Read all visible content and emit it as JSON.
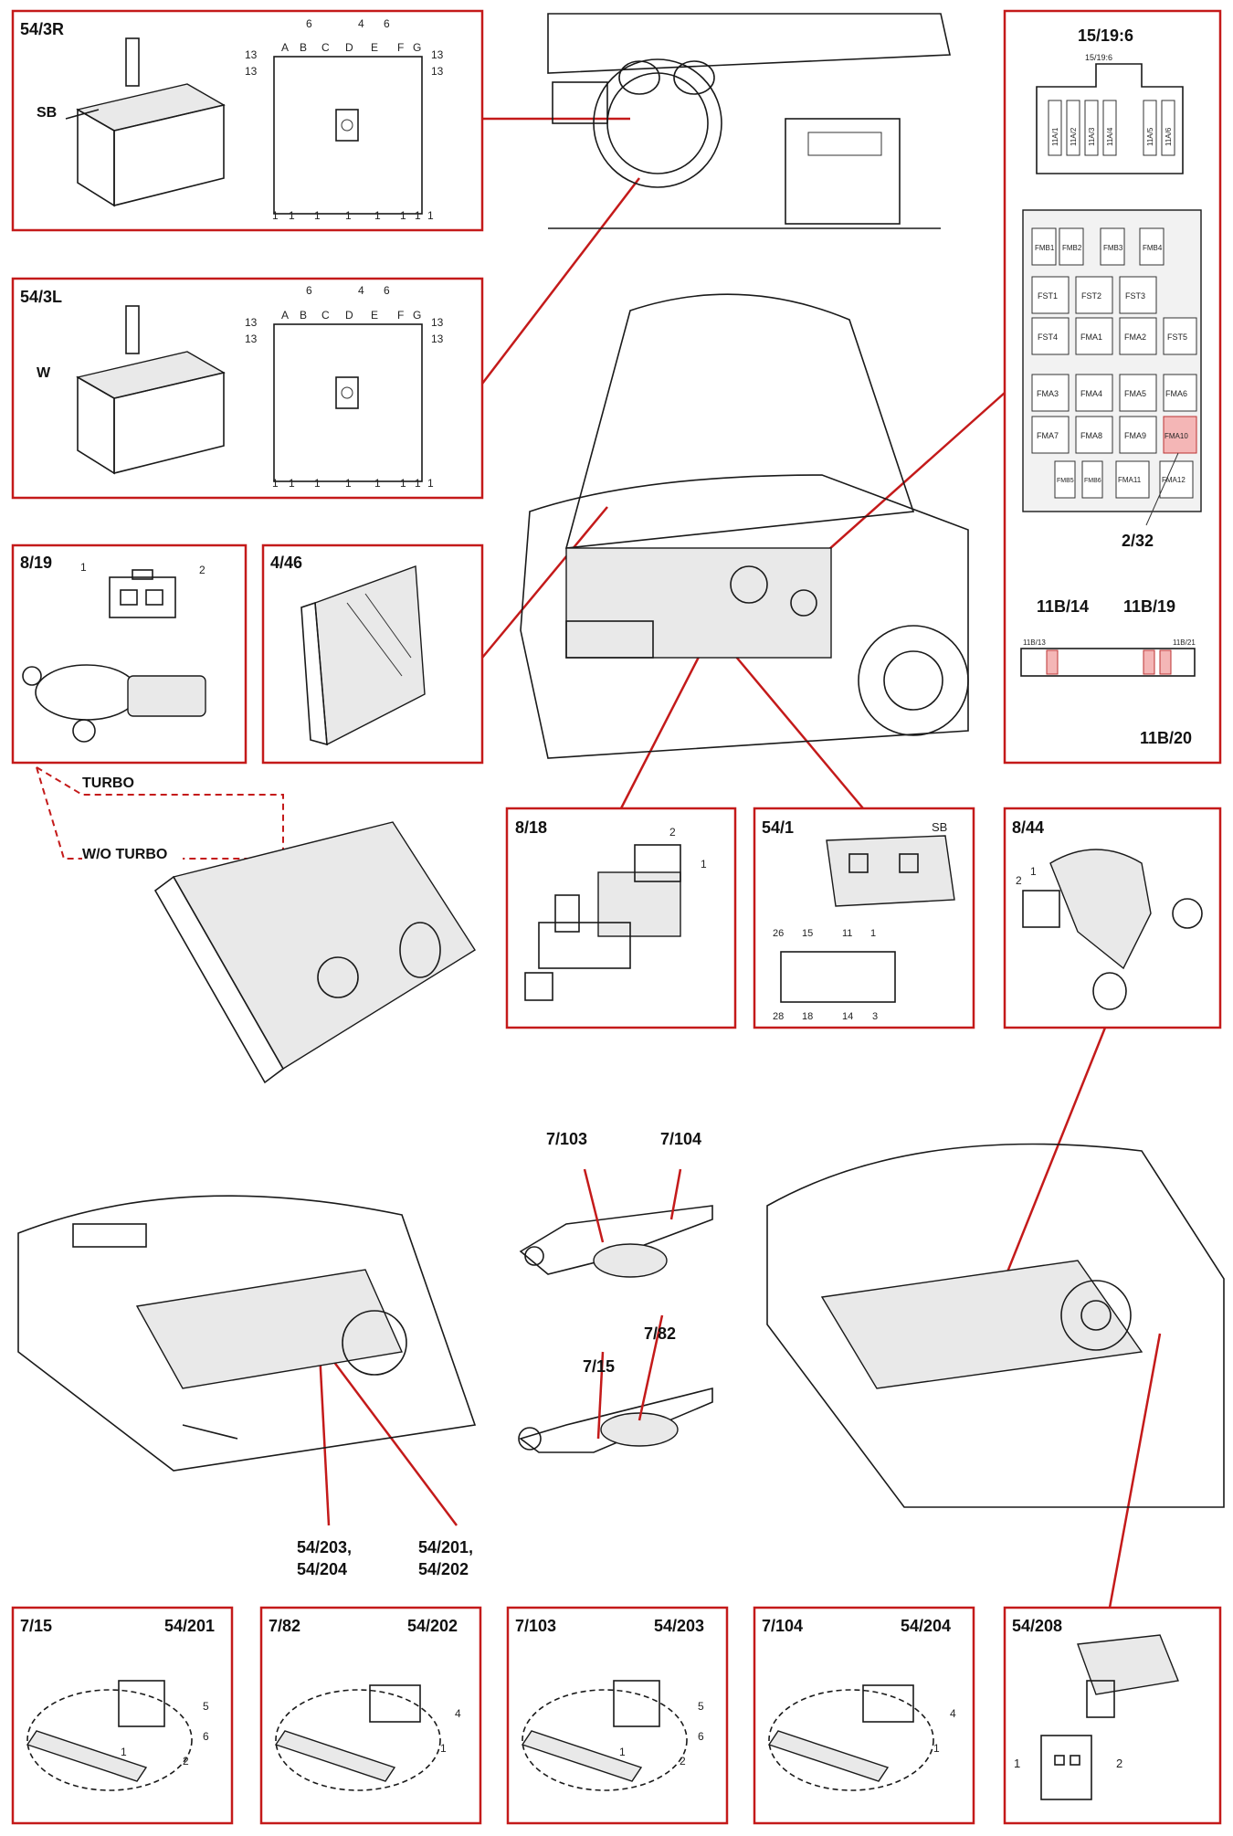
{
  "panels": {
    "p54_3r": {
      "id": "54/3R",
      "part_label": "SB",
      "top_letters": [
        "A",
        "B",
        "C",
        "D",
        "E",
        "F",
        "G"
      ],
      "top_numbers": [
        "6",
        "4",
        "6"
      ],
      "side_numbers": [
        "13",
        "13",
        "13",
        "13"
      ],
      "bottom_numbers": [
        "1",
        "1",
        "1",
        "1",
        "1",
        "1",
        "1",
        "1"
      ]
    },
    "p54_3l": {
      "id": "54/3L",
      "part_label": "W",
      "top_letters": [
        "A",
        "B",
        "C",
        "D",
        "E",
        "F",
        "G"
      ],
      "top_numbers": [
        "6",
        "4",
        "6"
      ],
      "side_numbers": [
        "13",
        "13",
        "13",
        "13"
      ],
      "bottom_numbers": [
        "1",
        "1",
        "1",
        "1",
        "1",
        "1",
        "1",
        "1"
      ]
    },
    "p8_19": {
      "id": "8/19",
      "pins": [
        "1",
        "2"
      ]
    },
    "p4_46": {
      "id": "4/46"
    },
    "p8_18": {
      "id": "8/18",
      "pins": [
        "2",
        "1"
      ]
    },
    "p54_1": {
      "id": "54/1",
      "part_label": "SB",
      "pins_top": [
        "26",
        "15",
        "11",
        "1"
      ],
      "pins_bottom": [
        "28",
        "18",
        "14",
        "3"
      ]
    },
    "p8_44": {
      "id": "8/44",
      "pins": [
        "2",
        "1"
      ]
    },
    "p54_208": {
      "id": "54/208",
      "pins": [
        "1",
        "2"
      ]
    },
    "fusebox": {
      "top_id": "15/19:6",
      "relay_tiny_label": "15/19:6",
      "relays": [
        "11A/1",
        "11A/2",
        "11A/3",
        "11A/4",
        "11A/5",
        "11A/6"
      ],
      "grid": [
        [
          "FMB1",
          "FMB2",
          "FMB3",
          "FMB4"
        ],
        [
          "FST1",
          "FST2",
          "FST3"
        ],
        [
          "FST4",
          "FMA1",
          "FMA2",
          "FST5"
        ],
        [
          "FMA3",
          "FMA4",
          "FMA5",
          "FMA6"
        ],
        [
          "FMA7",
          "FMA8",
          "FMA9",
          "FMA10"
        ],
        [
          "FMB5",
          "FMB6",
          "FMA11",
          "FMA12"
        ]
      ],
      "highlight": "FMA10",
      "fuse_ref": "2/32",
      "strip_tiny_left": "11B/13",
      "strip_tiny_right": "11B/21",
      "strip_labels": [
        "11B/14",
        "11B/19",
        "11B/20"
      ]
    },
    "turbo": {
      "turbo_label": "TURBO",
      "wo_turbo_label": "W/O TURBO"
    },
    "exhaust": {
      "labels": [
        "7/103",
        "7/104",
        "7/82",
        "7/15"
      ]
    },
    "underbody": {
      "labels": [
        "54/203,",
        "54/204",
        "54/201,",
        "54/202"
      ]
    },
    "sensors": [
      {
        "left": "7/15",
        "right": "54/201",
        "pins": [
          "5",
          "6",
          "1",
          "2"
        ]
      },
      {
        "left": "7/82",
        "right": "54/202",
        "pins": [
          "4",
          "1"
        ]
      },
      {
        "left": "7/103",
        "right": "54/203",
        "pins": [
          "5",
          "6",
          "1",
          "2"
        ]
      },
      {
        "left": "7/104",
        "right": "54/204",
        "pins": [
          "4",
          "1"
        ]
      }
    ]
  },
  "colors": {
    "frame": "#c41a1a",
    "highlight_fuse": "#f4b6b6"
  },
  "icons": [
    "relay-box-drawing",
    "connector-drawing",
    "ecu-drawing",
    "engine-bay-drawing",
    "dashboard-drawing",
    "exhaust-drawing",
    "oxygen-sensor-drawing"
  ]
}
